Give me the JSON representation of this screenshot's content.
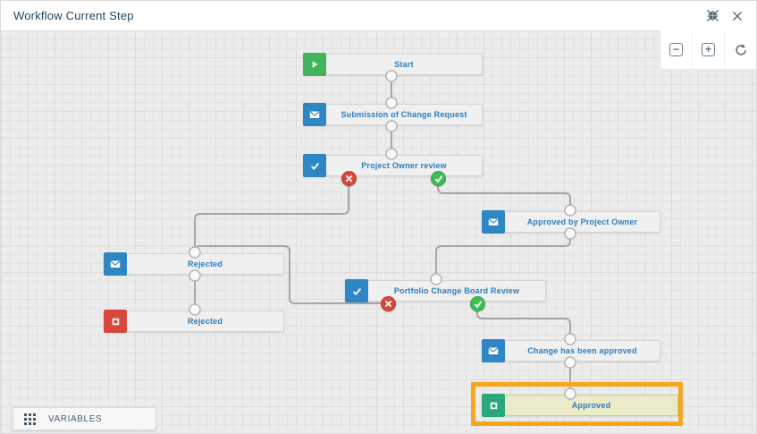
{
  "header": {
    "title": "Workflow Current Step",
    "icons": [
      {
        "name": "collapse-icon"
      },
      {
        "name": "close-icon"
      }
    ]
  },
  "toolbar": {
    "zoom_out_glyph": "−",
    "zoom_in_glyph": "+",
    "icons": [
      "zoom-out-icon",
      "zoom-in-icon",
      "reset-zoom-icon"
    ]
  },
  "canvas": {
    "nodes": [
      {
        "id": "start",
        "label": "Start",
        "icon": "play-icon",
        "icon_color": "#44b45c"
      },
      {
        "id": "submission-of-change-request",
        "label": "Submission of Change Request",
        "icon": "mail-icon",
        "icon_color": "#2f86c5"
      },
      {
        "id": "project-owner-review",
        "label": "Project Owner review",
        "icon": "check-icon",
        "icon_color": "#2f86c5",
        "outcomes": [
          "reject",
          "approve"
        ]
      },
      {
        "id": "approved-by-project-owner",
        "label": "Approved by Project Owner",
        "icon": "mail-icon",
        "icon_color": "#2f86c5"
      },
      {
        "id": "rejected-notification",
        "label": "Rejected",
        "icon": "mail-icon",
        "icon_color": "#2f86c5"
      },
      {
        "id": "rejected-end",
        "label": "Rejected",
        "icon": "stop-icon",
        "icon_color": "#d8473c"
      },
      {
        "id": "portfolio-change-board-review",
        "label": "Portfolio Change Board Review",
        "icon": "check-icon",
        "icon_color": "#2f86c5",
        "outcomes": [
          "reject",
          "approve"
        ]
      },
      {
        "id": "change-has-been-approved",
        "label": "Change has been approved",
        "icon": "mail-icon",
        "icon_color": "#2f86c5"
      },
      {
        "id": "approved-end",
        "label": "Approved",
        "icon": "stop-icon",
        "icon_color": "#28a87b",
        "highlighted": true
      }
    ],
    "variables_panel": {
      "label": "VARIABLES"
    },
    "colors": {
      "highlight_border": "#f6a71d",
      "highlight_fill": "#ebebc7",
      "node_fill": "#f0f0f0",
      "node_label_text": "#2a7cc0",
      "connector": "#a6a6a6",
      "reject_badge": "#d8473c",
      "approve_badge": "#3cbd56",
      "canvas_background": "#ececec"
    }
  }
}
